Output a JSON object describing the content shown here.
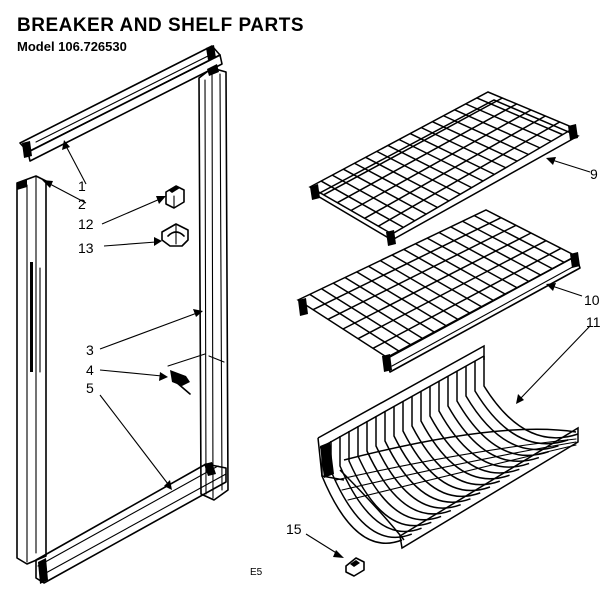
{
  "title": "BREAKER AND SHELF PARTS",
  "model": "Model 106.726530",
  "callouts": [
    {
      "id": "1",
      "label": "1"
    },
    {
      "id": "2",
      "label": "2"
    },
    {
      "id": "12",
      "label": "12"
    },
    {
      "id": "13",
      "label": "13"
    },
    {
      "id": "3",
      "label": "3"
    },
    {
      "id": "4",
      "label": "4"
    },
    {
      "id": "5",
      "label": "5"
    },
    {
      "id": "9",
      "label": "9"
    },
    {
      "id": "10",
      "label": "10"
    },
    {
      "id": "11",
      "label": "11"
    },
    {
      "id": "15",
      "label": "15"
    }
  ],
  "drawing_code": "E5",
  "colors": {
    "ink": "#000000",
    "paper": "#ffffff"
  }
}
